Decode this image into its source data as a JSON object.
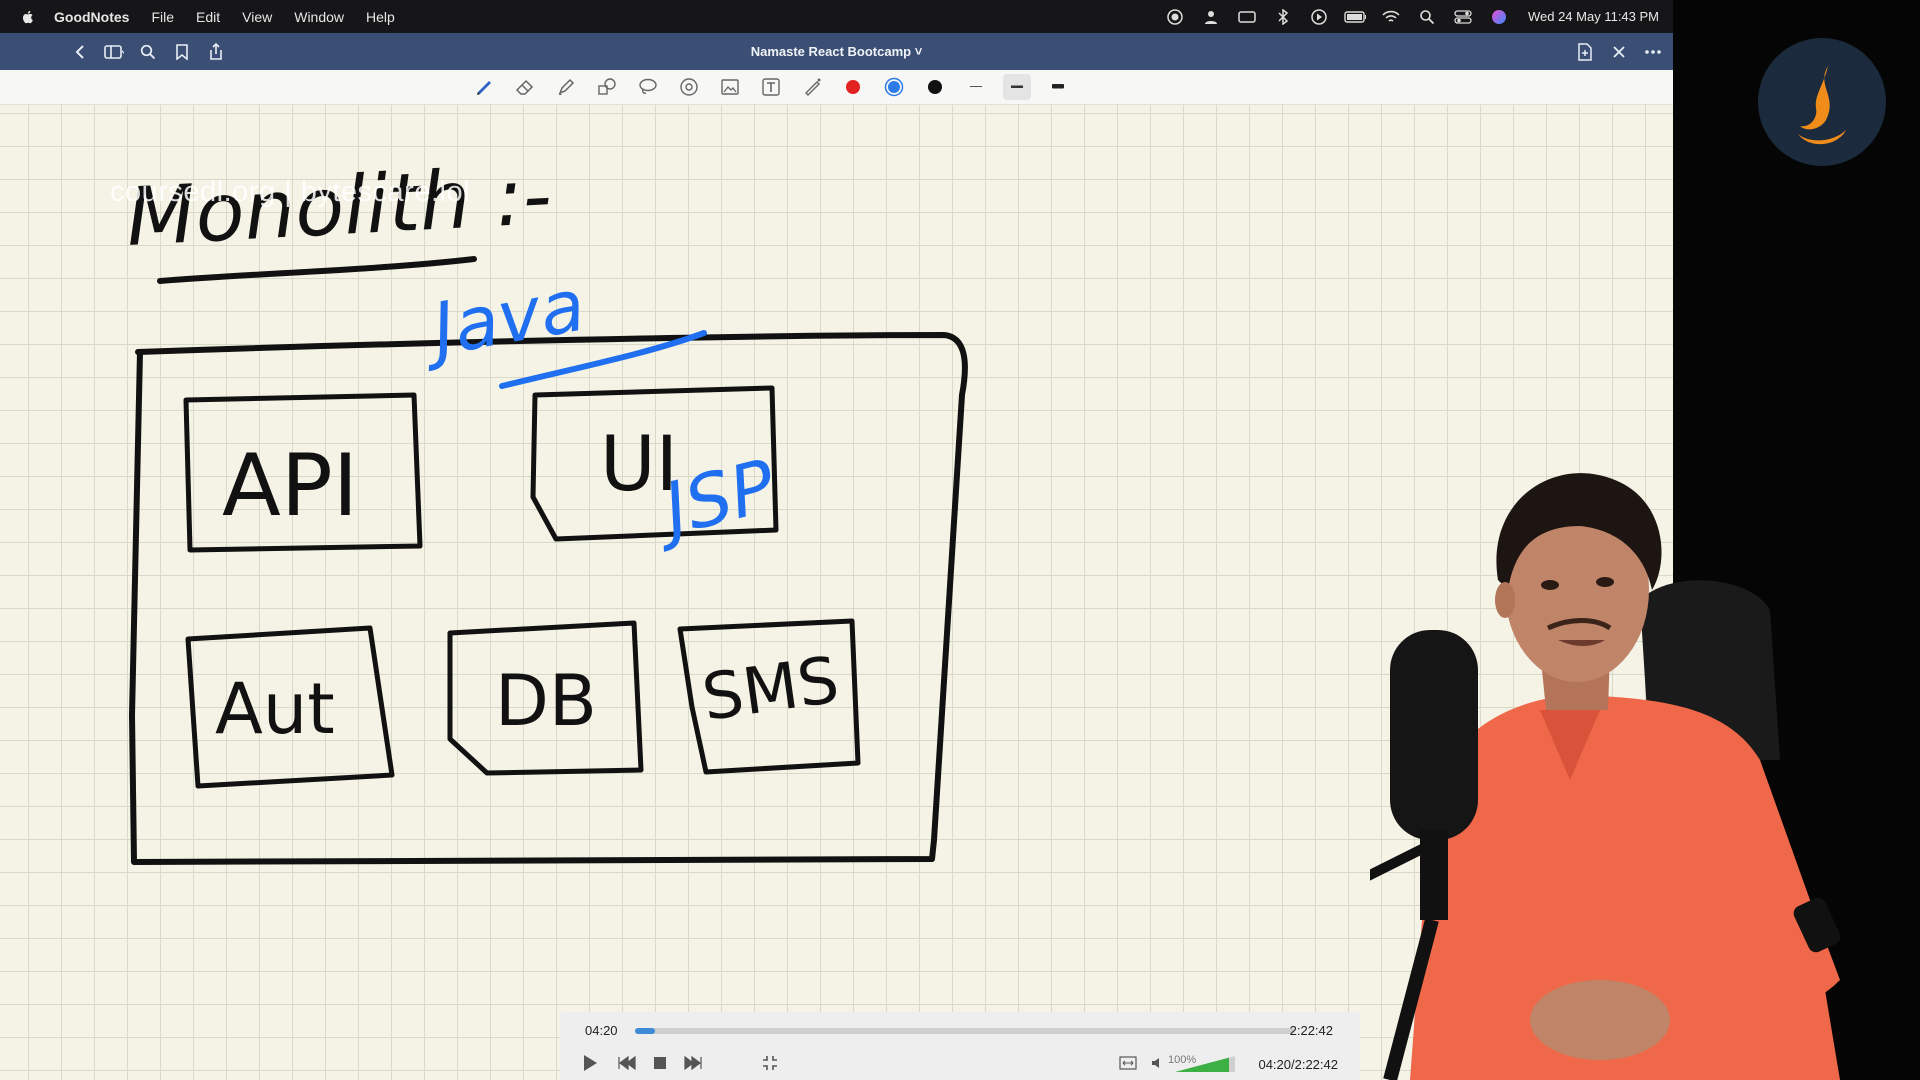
{
  "menubar": {
    "app_name": "GoodNotes",
    "items": [
      "File",
      "Edit",
      "View",
      "Window",
      "Help"
    ],
    "clock": "Wed 24 May  11:43 PM"
  },
  "window": {
    "title": "Namaste React Bootcamp ˅"
  },
  "toolbar": {
    "colors": [
      "#e32222",
      "#2d7be8",
      "#111111"
    ],
    "selected_color": "#2d7be8"
  },
  "watermark": "coursedl.org | bytescare.lol",
  "handwriting": {
    "heading": "Monolith :-",
    "language_note": "Java",
    "boxes": [
      "API",
      "UI",
      "Aut",
      "DB",
      "SMS"
    ],
    "ui_note": "JSP"
  },
  "player": {
    "elapsed": "04:20",
    "total": "2:22:42",
    "volume": "100%",
    "readout": "04:20/2:22:42",
    "progress_fraction": 0.031
  },
  "colors": {
    "titlebar": "#3a4f73",
    "ink": "#111111",
    "blue_ink": "#1f6ff0",
    "shirt": "#f0684a"
  }
}
